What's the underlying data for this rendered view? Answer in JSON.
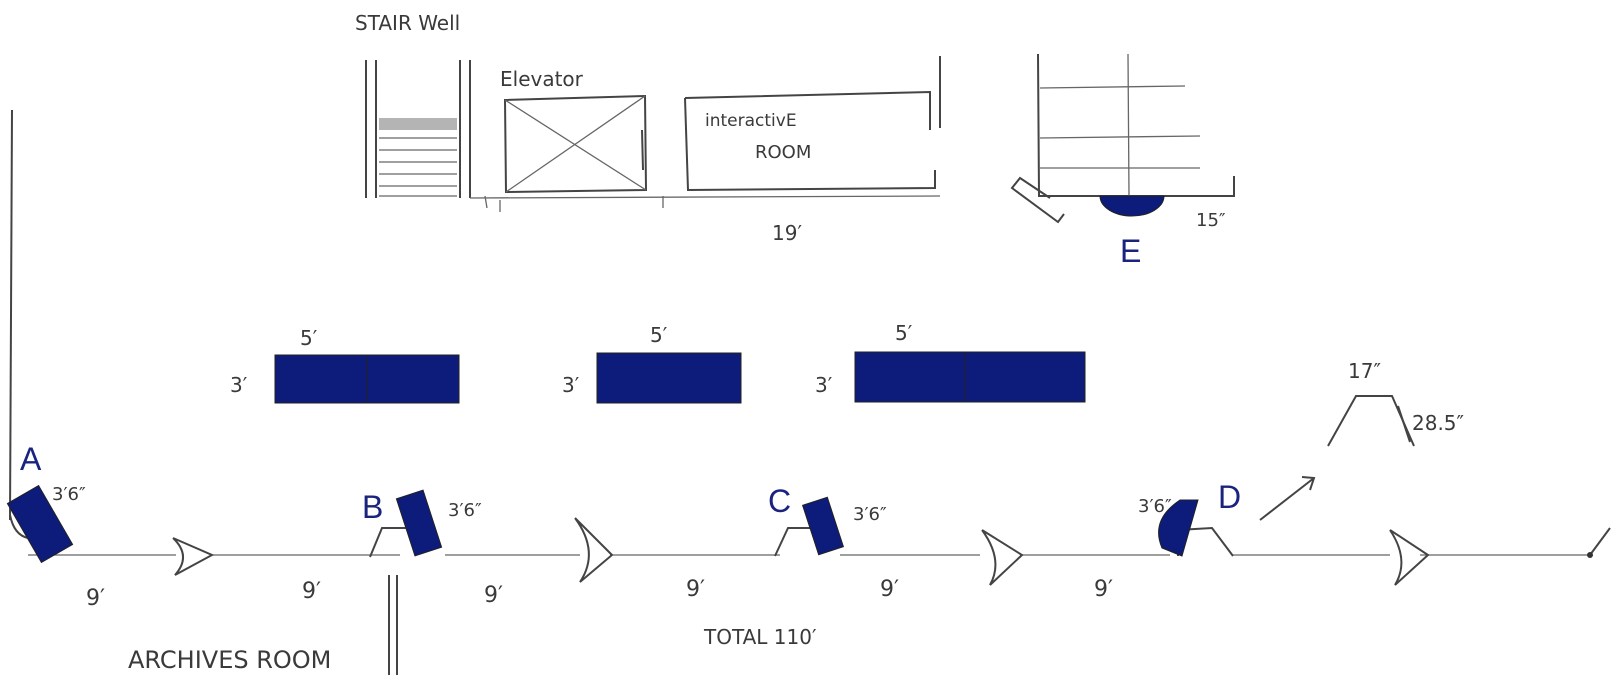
{
  "labels": {
    "stairwell": "STAIR Well",
    "elevator": "Elevator",
    "interactive_line1": "interactivE",
    "interactive_line2": "ROOM",
    "dim_19": "19′",
    "dim_15": "15″",
    "archives": "ARCHIVES ROOM",
    "total": "TOTAL 110′",
    "dim_17": "17″",
    "dim_28_5": "28.5″"
  },
  "tables": [
    {
      "width": "5′",
      "depth": "3′"
    },
    {
      "width": "5′",
      "depth": "3′"
    },
    {
      "width": "5′",
      "depth": "3′"
    }
  ],
  "stations": [
    {
      "letter": "A",
      "size": "3′6″"
    },
    {
      "letter": "B",
      "size": "3′6″"
    },
    {
      "letter": "C",
      "size": "3′6″"
    },
    {
      "letter": "D",
      "size": "3′6″"
    },
    {
      "letter": "E"
    }
  ],
  "spacings": [
    "9′",
    "9′",
    "9′",
    "9′",
    "9′",
    "9′"
  ],
  "colors": {
    "station_fill": "#0d1b7a",
    "label_blue": "#1a237e",
    "sketch_line": "#444444"
  }
}
